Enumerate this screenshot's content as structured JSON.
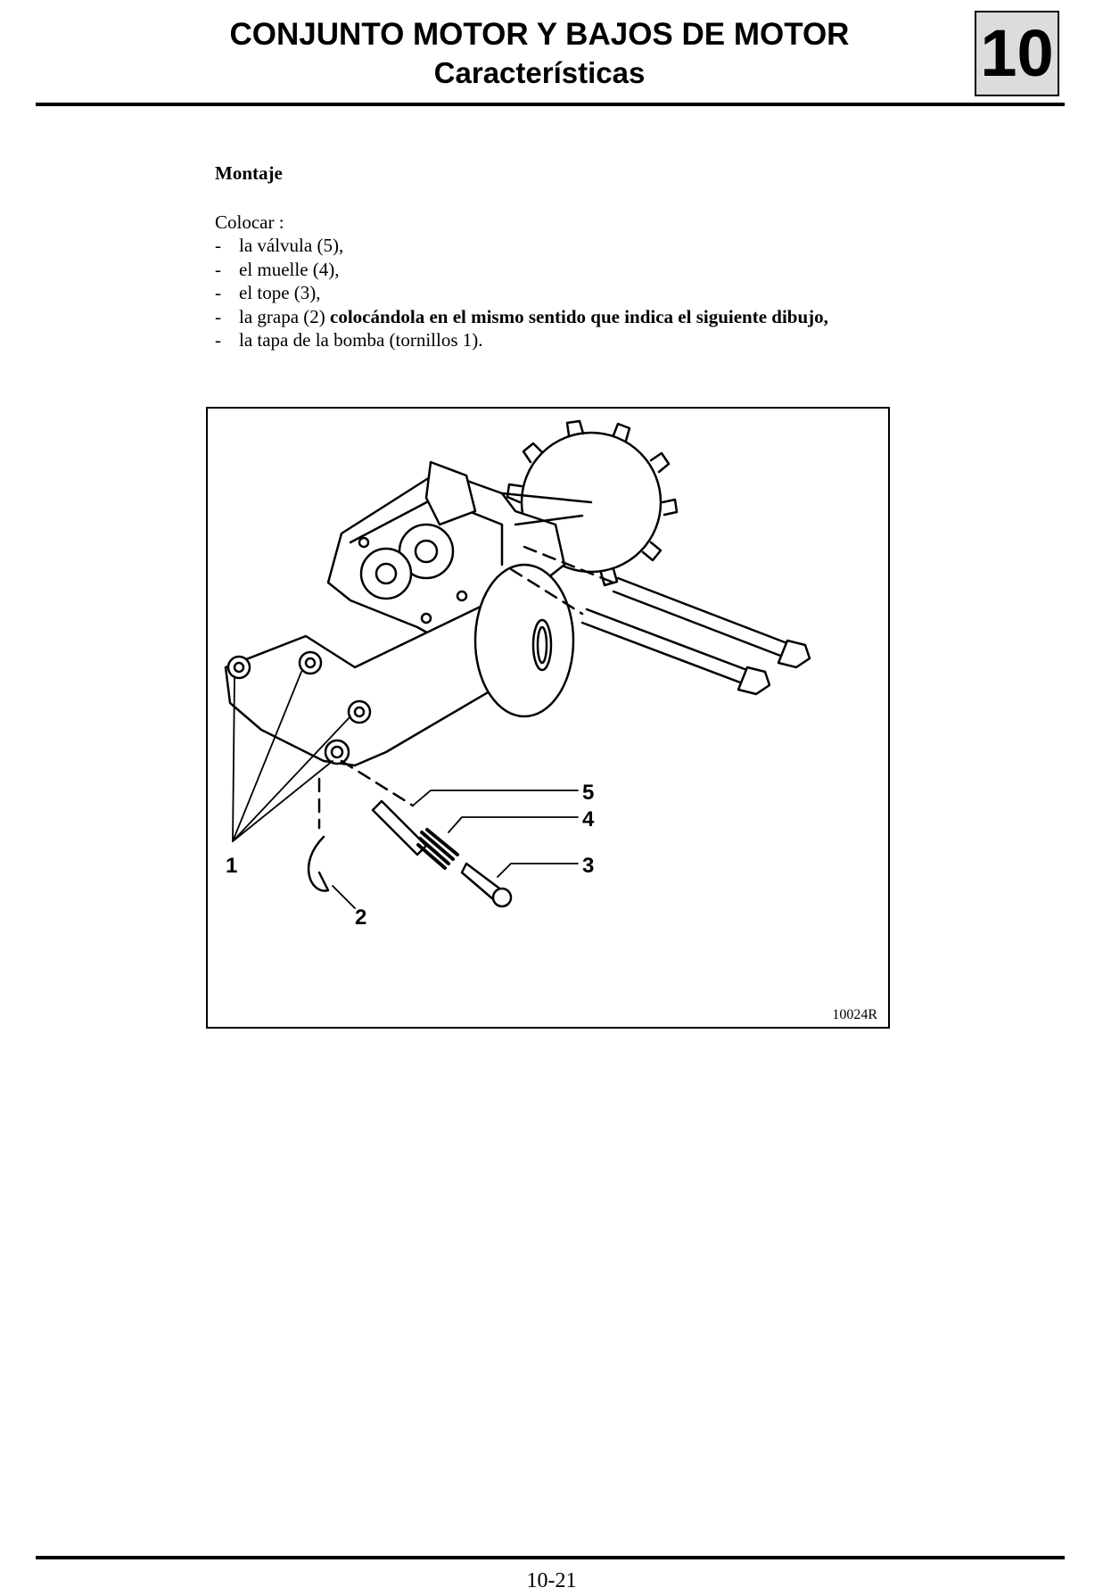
{
  "header": {
    "title": "CONJUNTO MOTOR Y BAJOS DE MOTOR",
    "subtitle": "Características",
    "chapter": "10"
  },
  "section": {
    "heading": "Montaje",
    "intro": "Colocar :",
    "steps": [
      {
        "text": "la válvula (5),"
      },
      {
        "text": "el muelle (4),"
      },
      {
        "text": "el tope (3),"
      },
      {
        "text": "la grapa (2) ",
        "bold": "colocándola en el mismo sentido que indica el siguiente dibujo,"
      },
      {
        "text": "la tapa de la bomba (tornillos 1)."
      }
    ]
  },
  "figure": {
    "code": "10024R",
    "callouts": [
      "1",
      "2",
      "3",
      "4",
      "5"
    ]
  },
  "footer": {
    "page": "10-21"
  }
}
